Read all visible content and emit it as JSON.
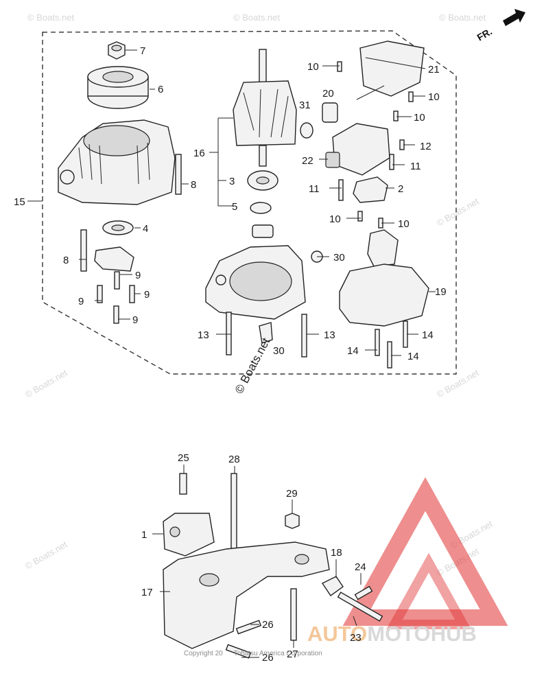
{
  "direction_label": "FR.",
  "watermark_text": "© Boats.net",
  "center_watermark": "© Boats.net",
  "copyright": "Copyright 20",
  "copyright_tail": "Tohatsu America Corporation",
  "logo": {
    "part1": "AUTO",
    "part2": "MOTO",
    "part3": "HUB",
    "accent_color": "#f08a2a",
    "triangle_color": "#e03131"
  },
  "callouts": [
    "7",
    "6",
    "15",
    "8",
    "4",
    "8",
    "9",
    "9",
    "9",
    "9",
    "16",
    "3",
    "5",
    "10",
    "20",
    "31",
    "21",
    "10",
    "10",
    "12",
    "22",
    "11",
    "11",
    "2",
    "10",
    "10",
    "30",
    "19",
    "13",
    "13",
    "30",
    "14",
    "14",
    "14",
    "1",
    "25",
    "28",
    "29",
    "17",
    "18",
    "24",
    "26",
    "26",
    "27",
    "23"
  ]
}
